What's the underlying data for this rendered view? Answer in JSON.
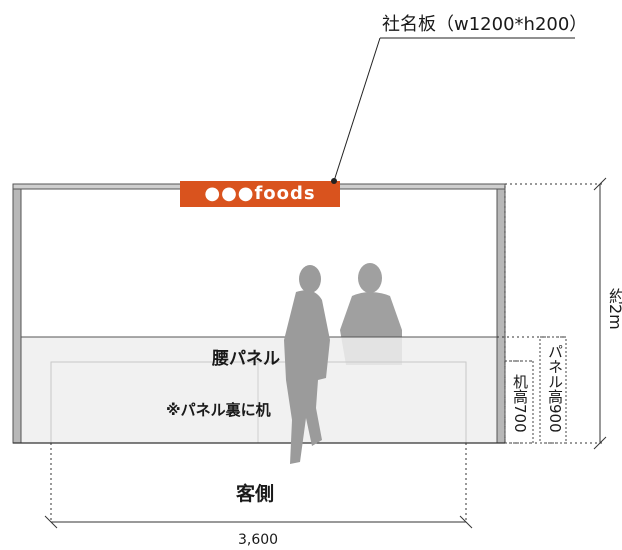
{
  "labels": {
    "signboard_callout": "社名板（w1200*h200）",
    "sign_text": "●●●foods",
    "waist_panel": "腰パネル",
    "desk_note": "※パネル裏に机",
    "customer_side": "客側"
  },
  "dimensions": {
    "total_height": "約2m",
    "panel_height": "パネル高900",
    "desk_height": "机高700",
    "width": "3,600"
  },
  "colors": {
    "sign_background": "#d9531e",
    "frame": "#b8b8b8",
    "panel_fill": "#efefef",
    "person": "#9b9b9b"
  }
}
